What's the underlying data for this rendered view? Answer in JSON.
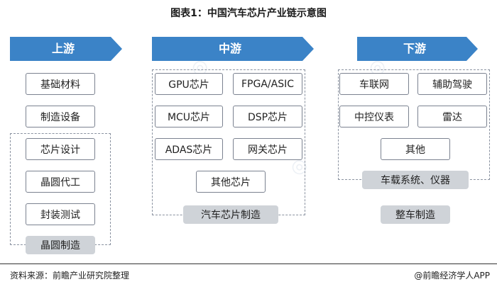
{
  "title": "图表1：中国汽车芯片产业链示意图",
  "colors": {
    "header": "#3b83c7",
    "box_border": "#7b8290",
    "grey_label": "#cfd3d8"
  },
  "upstream": {
    "header": "上游",
    "items": [
      "基础材料",
      "制造设备"
    ],
    "group_items": [
      "芯片设计",
      "晶圆代工",
      "封装测试"
    ],
    "group_label": "晶圆制造"
  },
  "midstream": {
    "header": "中游",
    "items": [
      "GPU芯片",
      "FPGA/ASIC",
      "MCU芯片",
      "DSP芯片",
      "ADAS芯片",
      "网关芯片",
      "其他芯片"
    ],
    "group_label": "汽车芯片制造"
  },
  "downstream": {
    "header": "下游",
    "items": [
      "车联网",
      "辅助驾驶",
      "中控仪表",
      "雷达",
      "其他"
    ],
    "group_label": "车载系统、仪器",
    "final_label": "整车制造"
  },
  "footer": {
    "source": "资料来源：前瞻产业研究院整理",
    "brand": "@前瞻经济学人APP"
  }
}
